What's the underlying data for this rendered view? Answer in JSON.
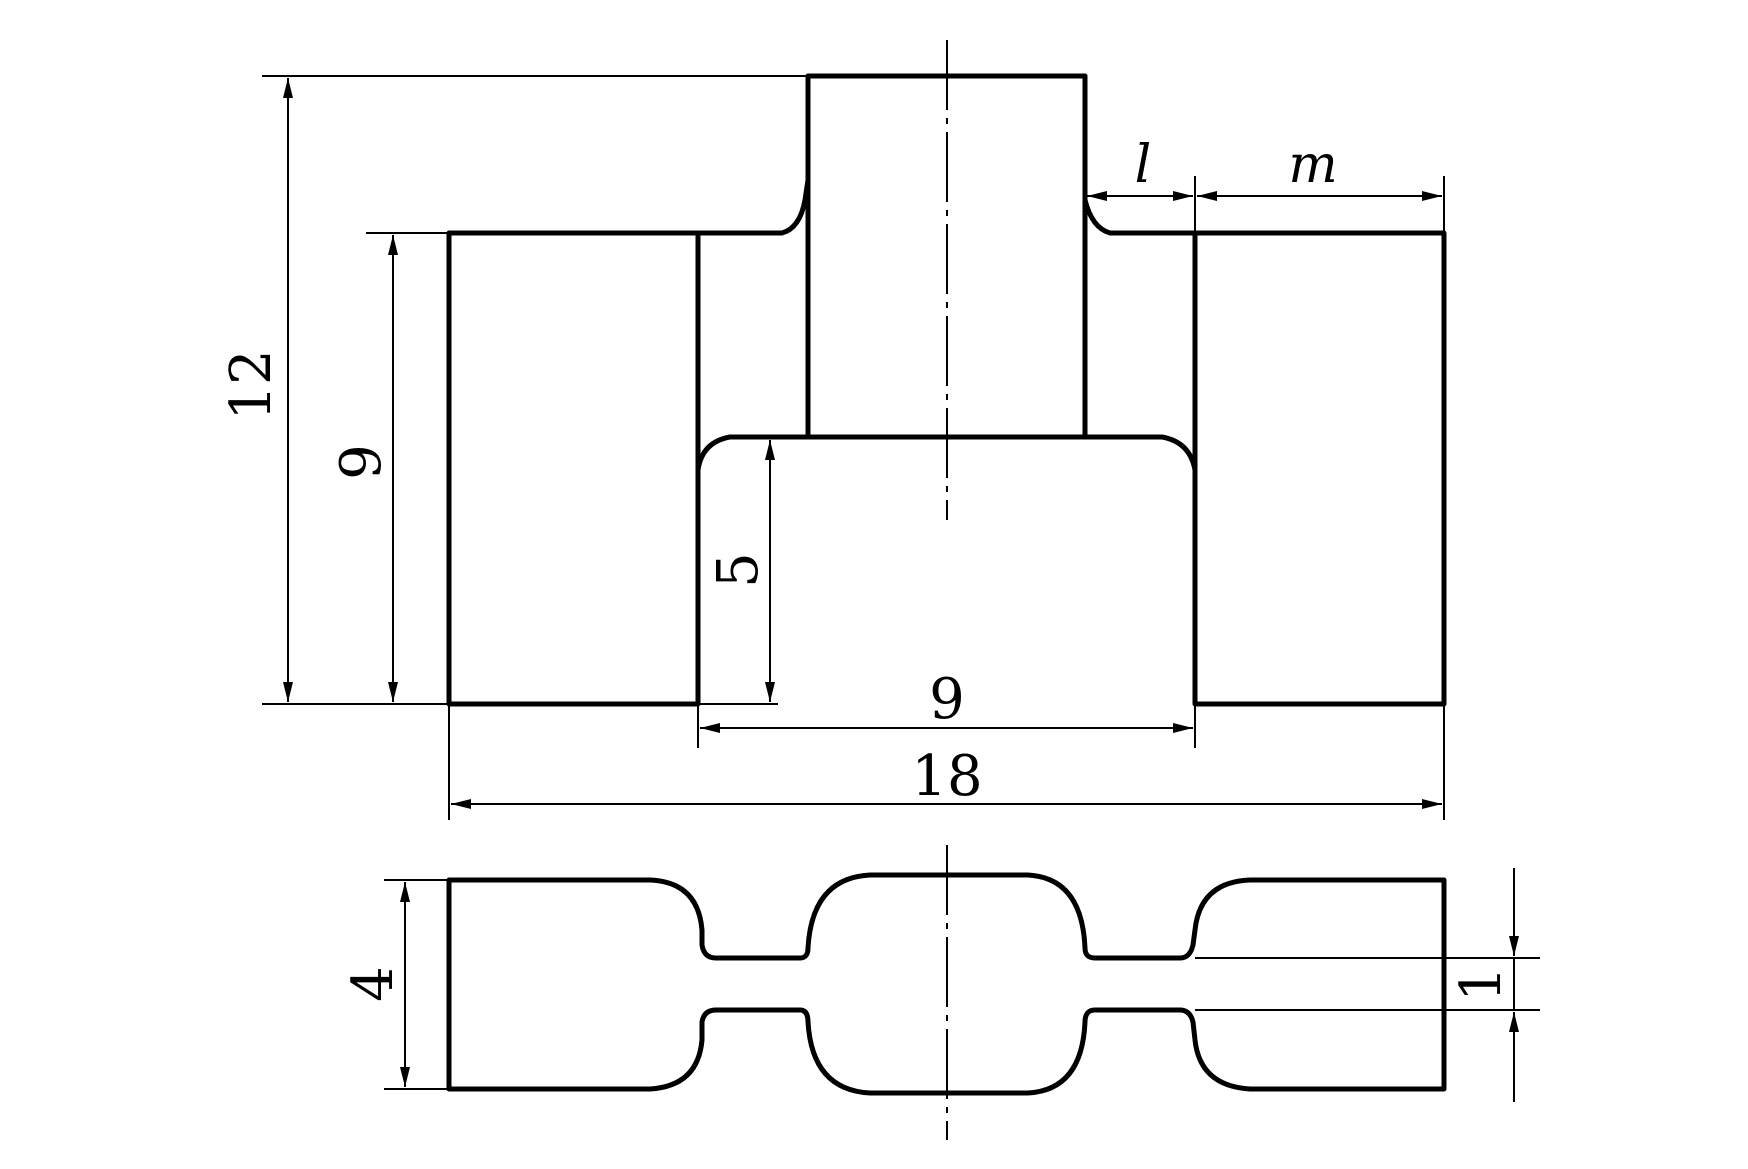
{
  "front_view": {
    "height_overall": "12",
    "height_side_blocks": "9",
    "height_channel": "5",
    "width_inner": "9",
    "width_overall": "18",
    "label_l": "l",
    "label_m": "m"
  },
  "section_view": {
    "thickness": "4",
    "web_thickness": "1"
  }
}
